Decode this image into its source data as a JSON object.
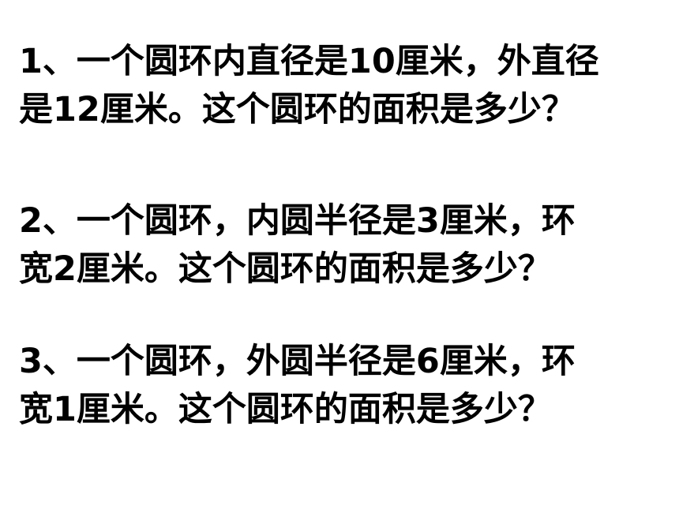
{
  "questions": [
    {
      "lines": [
        "1、一个圆环内直径是10厘米，外直径",
        "是12厘米。这个圆环的面积是多少？"
      ]
    },
    {
      "lines": [
        "2、一个圆环，内圆半径是3厘米，环",
        "宽2厘米。这个圆环的面积是多少？"
      ]
    },
    {
      "lines": [
        "3、一个圆环，外圆半径是6厘米，环",
        "宽1厘米。这个圆环的面积是多少？"
      ]
    }
  ],
  "colors": {
    "background": "#ffffff",
    "text": "#000000"
  }
}
